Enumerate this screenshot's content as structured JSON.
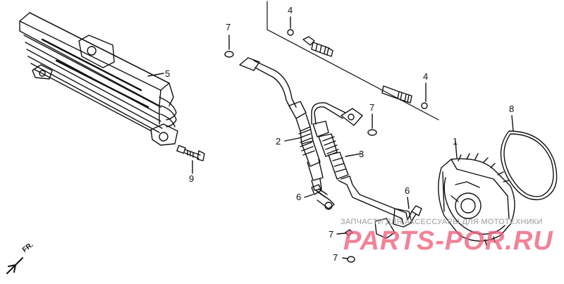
{
  "diagram": {
    "callouts": [
      {
        "id": "c5",
        "label": "5"
      },
      {
        "id": "c7a",
        "label": "7"
      },
      {
        "id": "c4a",
        "label": "4"
      },
      {
        "id": "c4b",
        "label": "4"
      },
      {
        "id": "c7b",
        "label": "7"
      },
      {
        "id": "c8",
        "label": "8"
      },
      {
        "id": "c1",
        "label": "1"
      },
      {
        "id": "c2",
        "label": "2"
      },
      {
        "id": "c3",
        "label": "3"
      },
      {
        "id": "c9",
        "label": "9"
      },
      {
        "id": "c6a",
        "label": "6"
      },
      {
        "id": "c6b",
        "label": "6"
      },
      {
        "id": "c7c",
        "label": "7"
      },
      {
        "id": "c7d",
        "label": "7"
      }
    ],
    "direction_marker": "FR.",
    "watermark_line1": "ЗАПЧАСТИ ДЛЯ АКСЕССУАРЫ ДЛЯ МОТОТЕХНИКИ",
    "watermark_line2": "PARTS-POR.RU"
  },
  "colors": {
    "line": "#111111",
    "watermark_text": "#9a9a9a",
    "watermark_logo": "#ef5f7a"
  }
}
